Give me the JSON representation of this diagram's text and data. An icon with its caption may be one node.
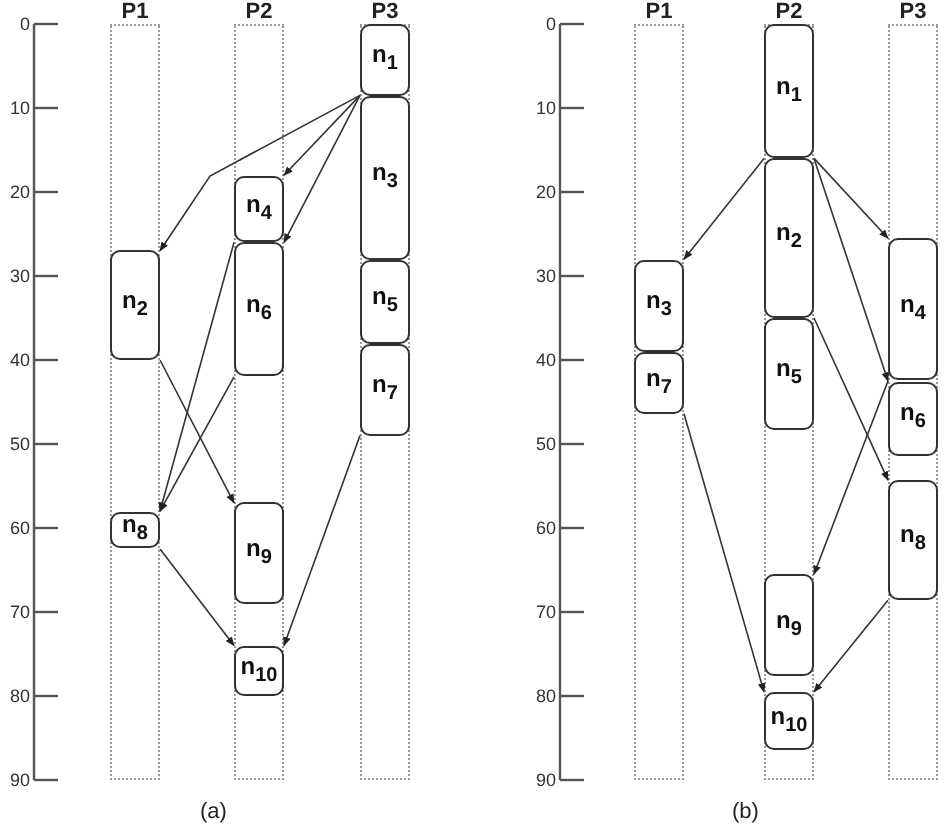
{
  "diagram": {
    "nodes": [
      {
        "text": [
          "P1"
        ]
      },
      {
        "text": [
          "n$_{2}$"
        ],
        "in": 0
      },
      {
        "text": [
          "n$_{8}$"
        ],
        "in": 0
      },
      {
        "text": [
          "P2"
        ]
      },
      {
        "text": [
          "n$_{4}$"
        ],
        "in": 3
      },
      {
        "text": [
          "n$_{6}$"
        ],
        "in": 3
      },
      {
        "text": [
          "n$_{9}$"
        ],
        "in": 3
      },
      {
        "text": [
          "n$_{10}$"
        ],
        "in": 3
      },
      {
        "text": [
          "P3"
        ]
      },
      {
        "text": [
          "n$_{1}$"
        ],
        "in": 8
      },
      {
        "text": [
          "n$_{3}$"
        ],
        "in": 8
      },
      {
        "text": [
          "n$_{5}$"
        ],
        "in": 8
      },
      {
        "text": [
          "n$_{7}$"
        ],
        "in": 8
      },
      {
        "text": [
          "P1"
        ]
      },
      {
        "text": [
          "n$_{3}$"
        ],
        "in": 13
      },
      {
        "text": [
          "n$_{7}$"
        ],
        "in": 13
      },
      {
        "text": [
          "P2"
        ]
      },
      {
        "text": [
          "n$_{1}$"
        ],
        "in": 16
      },
      {
        "text": [
          "n$_{2}$"
        ],
        "in": 16
      },
      {
        "text": [
          "n$_{5}$"
        ],
        "in": 16
      },
      {
        "text": [
          "n$_{9}$"
        ],
        "in": 16
      },
      {
        "text": [
          "n$_{10}$"
        ],
        "in": 16
      },
      {
        "text": [
          "P3"
        ]
      },
      {
        "text": [
          "n$_{4}$"
        ],
        "in": 22
      },
      {
        "text": [
          "n$_{6}$"
        ],
        "in": 22
      },
      {
        "text": [
          "n$_{8}$"
        ],
        "in": 22
      }
    ],
    "edges": [
      {
        "from": 9,
        "to": 1,
        "arrow": "to"
      },
      {
        "from": 9,
        "to": 4,
        "arrow": "to"
      },
      {
        "from": 9,
        "to": 5,
        "arrow": "to"
      },
      {
        "from": 4,
        "to": 2,
        "arrow": "to"
      },
      {
        "from": 5,
        "to": 2,
        "arrow": "to"
      },
      {
        "from": 1,
        "to": 6,
        "arrow": "to"
      },
      {
        "from": 2,
        "to": 7,
        "arrow": "to"
      },
      {
        "from": 12,
        "to": 7,
        "arrow": "to"
      },
      {
        "from": 17,
        "to": 14,
        "arrow": "to"
      },
      {
        "from": 17,
        "to": 23,
        "arrow": "to"
      },
      {
        "from": 17,
        "to": 24,
        "arrow": "to"
      },
      {
        "from": 18,
        "to": 25,
        "arrow": "to"
      },
      {
        "from": 23,
        "to": 20,
        "arrow": "to"
      },
      {
        "from": 15,
        "to": 21,
        "arrow": "to"
      },
      {
        "from": 25,
        "to": 21,
        "arrow": "to"
      }
    ],
    "labels": [
      "0",
      "10",
      "20",
      "30",
      "40",
      "50",
      "60",
      "70",
      "80",
      "90",
      "(a)",
      "0",
      "10",
      "20",
      "30",
      "40",
      "50",
      "60",
      "70",
      "80",
      "90",
      "(b)"
    ]
  }
}
